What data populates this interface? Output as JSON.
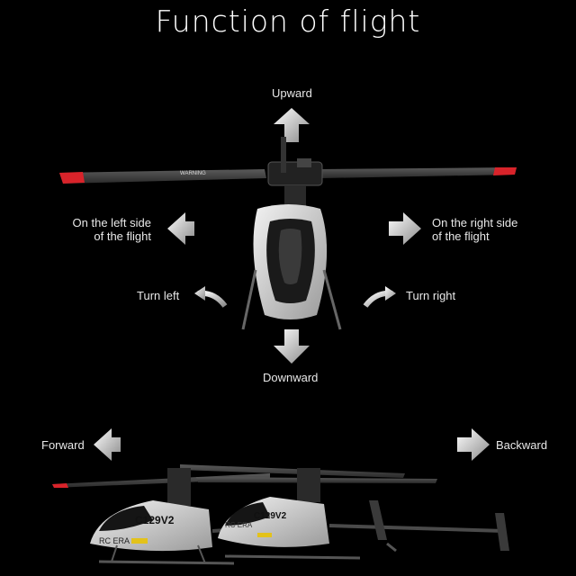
{
  "title": "Function of flight",
  "labels": {
    "upward": "Upward",
    "downward": "Downward",
    "left_side_line1": "On the left side",
    "left_side_line2": "of the flight",
    "right_side_line1": "On the right side",
    "right_side_line2": "of the flight",
    "turn_left": "Turn left",
    "turn_right": "Turn right",
    "forward": "Forward",
    "backward": "Backward"
  },
  "decal": {
    "warning": "WARNING",
    "model": "C129V2",
    "brand": "RC ERA"
  },
  "colors": {
    "background": "#000000",
    "blade_tip": "#d8232a",
    "body": "#e6e6e6",
    "canopy": "#1a1a1a"
  }
}
